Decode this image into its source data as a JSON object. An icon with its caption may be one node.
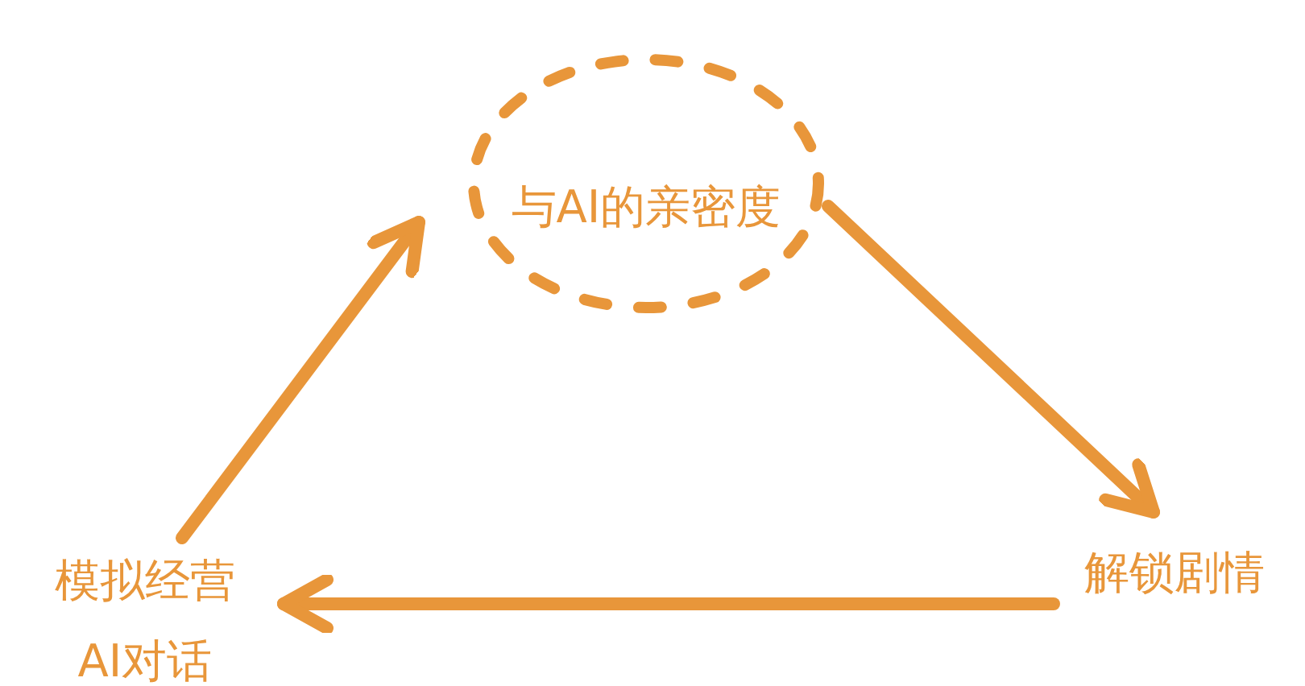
{
  "diagram": {
    "nodes": [
      {
        "text": [
          "与AI的亲密度"
        ]
      },
      {
        "text": [
          "模拟经营",
          "AI对话"
        ]
      },
      {
        "text": [
          "解锁剧情"
        ]
      }
    ],
    "edges": [
      {
        "from": 1,
        "to": 0,
        "arrow": "to"
      },
      {
        "from": 0,
        "to": 2,
        "arrow": "to"
      },
      {
        "from": 2,
        "to": 1,
        "arrow": "to"
      }
    ]
  }
}
